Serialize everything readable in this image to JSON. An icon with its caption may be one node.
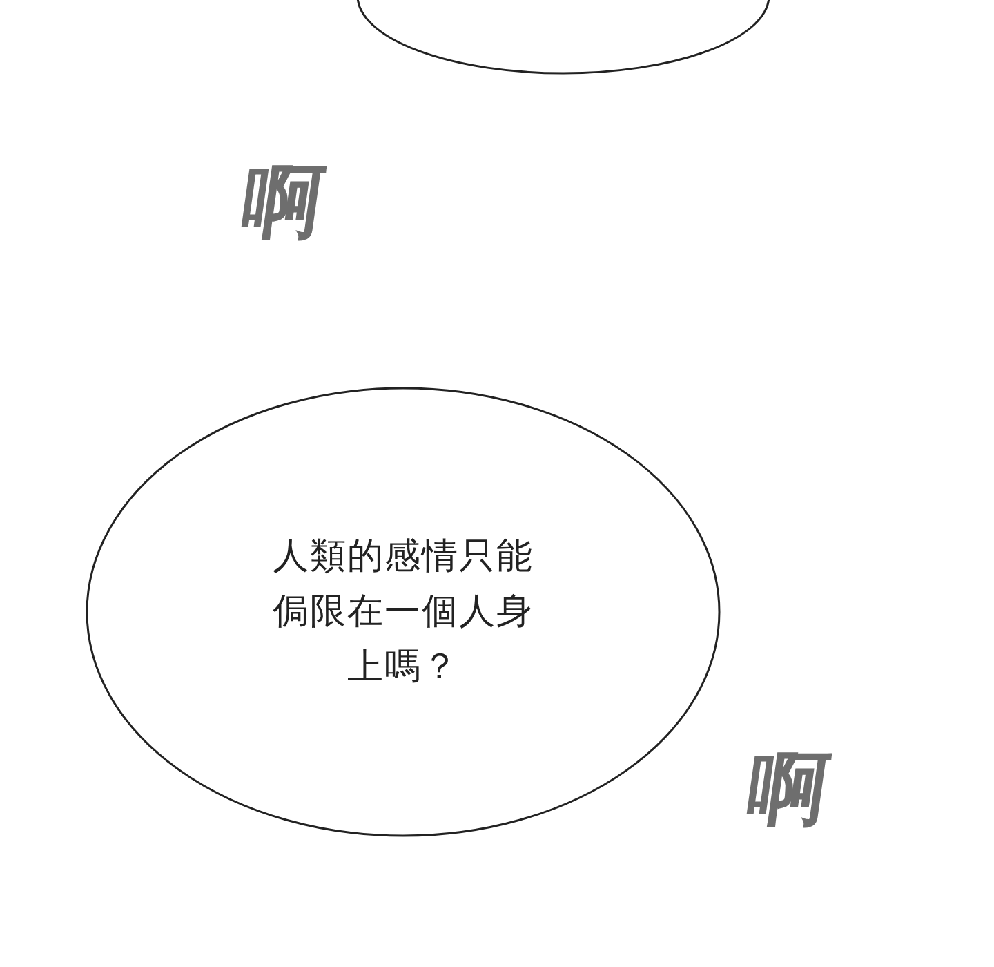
{
  "diagram": {
    "nodes": [
      {
        "text": [],
        "shape": "ellipse"
      },
      {
        "text": [
          "人類的感情只能侷限在一個人身上嗎？"
        ]
      }
    ],
    "labels": [
      "啊",
      "啊"
    ]
  }
}
